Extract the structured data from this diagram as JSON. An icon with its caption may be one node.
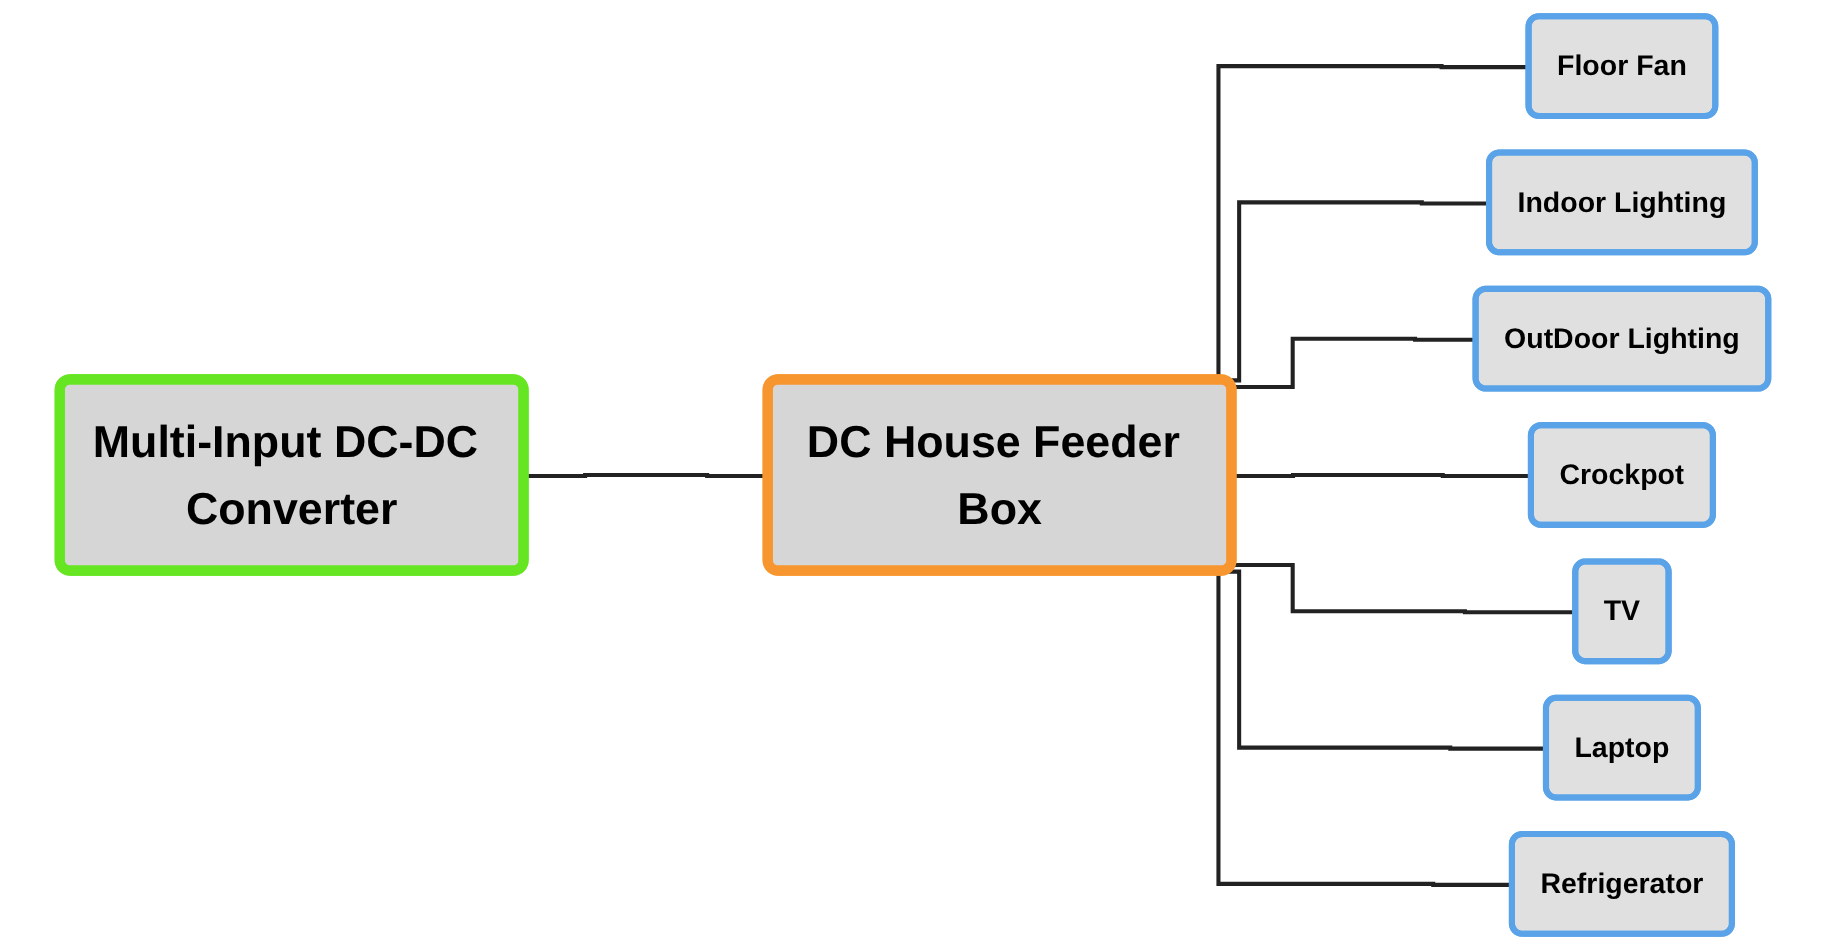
{
  "diagram": {
    "nodes": [
      {
        "text": [
          "Multi-Input DC-DC Converter"
        ]
      },
      {
        "text": [
          "DC House Feeder Box"
        ]
      },
      {
        "text": [
          "Floor Fan"
        ]
      },
      {
        "text": [
          "Indoor Lighting"
        ]
      },
      {
        "text": [
          "OutDoor Lighting"
        ]
      },
      {
        "text": [
          "Crockpot"
        ]
      },
      {
        "text": [
          "TV"
        ]
      },
      {
        "text": [
          "Laptop"
        ]
      },
      {
        "text": [
          "Refrigerator"
        ]
      }
    ],
    "edges": [
      {
        "from": 0,
        "to": 1,
        "arrow": "none"
      },
      {
        "from": 1,
        "to": 2,
        "arrow": "none"
      },
      {
        "from": 1,
        "to": 3,
        "arrow": "none"
      },
      {
        "from": 1,
        "to": 4,
        "arrow": "none"
      },
      {
        "from": 1,
        "to": 5,
        "arrow": "none"
      },
      {
        "from": 1,
        "to": 6,
        "arrow": "none"
      },
      {
        "from": 1,
        "to": 7,
        "arrow": "none"
      },
      {
        "from": 1,
        "to": 8,
        "arrow": "none"
      }
    ]
  }
}
